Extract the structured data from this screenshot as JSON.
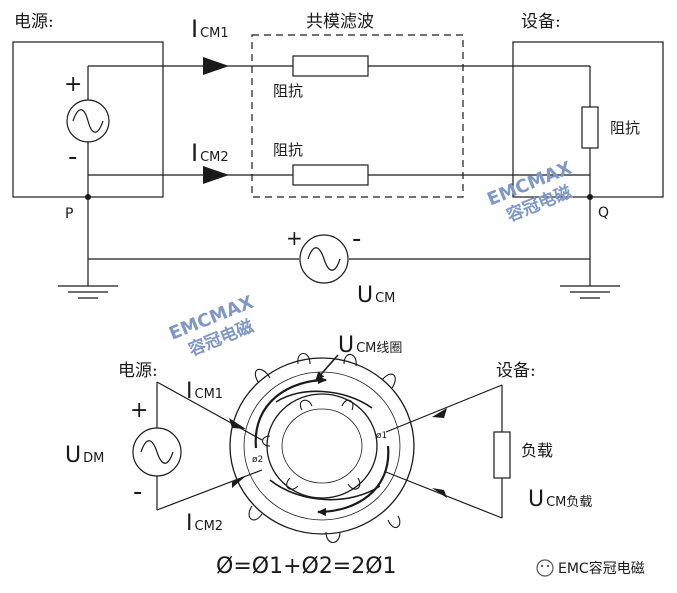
{
  "top": {
    "source_label": "电源:",
    "filter_label": "共模滤波",
    "device_label": "设备:",
    "icm1_main": "I",
    "icm1_sub": "CM1",
    "icm2_main": "I",
    "icm2_sub": "CM2",
    "impedance_label_1": "阻抗",
    "impedance_label_2": "阻抗",
    "impedance_label_device": "阻抗",
    "plus": "+",
    "minus": "-",
    "node_p": "P",
    "node_q": "Q",
    "ucm_plus": "+",
    "ucm_minus": "-",
    "ucm_main": "U",
    "ucm_sub": "CM"
  },
  "bottom": {
    "source_label": "电源:",
    "device_label": "设备:",
    "plus": "+",
    "minus": "-",
    "udm_main": "U",
    "udm_sub": "DM",
    "icm1_main": "I",
    "icm1_sub": "CM1",
    "icm2_main": "I",
    "icm2_sub": "CM2",
    "ucm_coil_main": "U",
    "ucm_coil_sub": "CM线圈",
    "load_label": "负载",
    "ucm_load_main": "U",
    "ucm_load_sub": "CM负载",
    "phi1": "ø1",
    "phi2": "ø2",
    "equation": "Ø=Ø1+Ø2=2Ø1"
  },
  "watermarks": {
    "line1": "EMCMAX",
    "line2": "容冠电磁"
  },
  "footer": {
    "brand": "EMC容冠电磁"
  },
  "colors": {
    "line": "#1a1a1a",
    "watermark": "#7f97c9"
  }
}
